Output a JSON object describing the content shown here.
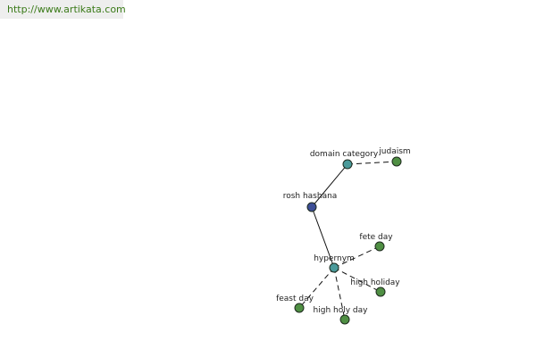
{
  "source_url": "http://www.artikata.com",
  "colors": {
    "root_node": "#3d4e96",
    "relation_node": "#4a9a9a",
    "leaf_node": "#4f8f43",
    "banner_bg": "#eeeeee",
    "url_text": "#3a7a18"
  },
  "graph": {
    "nodes": [
      {
        "id": "rosh-hashana",
        "label": "rosh hashana",
        "kind": "root"
      },
      {
        "id": "domain-category",
        "label": "domain category",
        "kind": "relation"
      },
      {
        "id": "judaism",
        "label": "judaism",
        "kind": "leaf"
      },
      {
        "id": "hypernym",
        "label": "hypernym",
        "kind": "relation"
      },
      {
        "id": "fete-day",
        "label": "fete day",
        "kind": "leaf"
      },
      {
        "id": "high-holiday",
        "label": "high holiday",
        "kind": "leaf"
      },
      {
        "id": "high-holy-day",
        "label": "high holy day",
        "kind": "leaf"
      },
      {
        "id": "feast-day",
        "label": "feast day",
        "kind": "leaf"
      }
    ],
    "edges": [
      {
        "from": "rosh-hashana",
        "to": "domain-category",
        "style": "solid"
      },
      {
        "from": "rosh-hashana",
        "to": "hypernym",
        "style": "solid"
      },
      {
        "from": "domain-category",
        "to": "judaism",
        "style": "dashed"
      },
      {
        "from": "hypernym",
        "to": "fete-day",
        "style": "dashed"
      },
      {
        "from": "hypernym",
        "to": "high-holiday",
        "style": "dashed"
      },
      {
        "from": "hypernym",
        "to": "high-holy-day",
        "style": "dashed"
      },
      {
        "from": "hypernym",
        "to": "feast-day",
        "style": "dashed"
      }
    ]
  }
}
